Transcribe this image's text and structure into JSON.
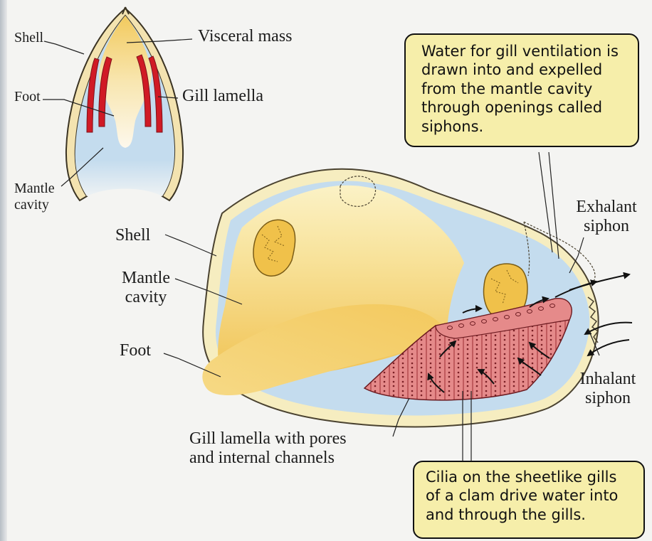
{
  "small_diagram": {
    "shell": "Shell",
    "visceral_mass": "Visceral mass",
    "foot": "Foot",
    "gill_lamella": "Gill lamella",
    "mantle_cavity": [
      "Mantle",
      "cavity"
    ]
  },
  "clam_diagram": {
    "shell": "Shell",
    "mantle_cavity": [
      "Mantle",
      "cavity"
    ],
    "foot": "Foot",
    "exhalant_siphon": [
      "Exhalant",
      "siphon"
    ],
    "inhalant_siphon": [
      "Inhalant",
      "siphon"
    ],
    "gill_lamella": [
      "Gill lamella with pores",
      "and internal channels"
    ]
  },
  "callouts": {
    "ventilation": [
      "Water for gill ventilation is",
      "drawn into and expelled",
      "from the mantle cavity",
      "through openings called",
      "siphons."
    ],
    "cilia": [
      "Cilia on the sheetlike gills",
      "of a clam drive water into",
      "and through the gills."
    ]
  },
  "colors": {
    "mantle_blue": "#c4dcee",
    "yellow": "#f4d36f",
    "gill_red": "#d01a25",
    "gill_pink": "#e58a8a",
    "callout_fill": "#f6eeaa"
  }
}
